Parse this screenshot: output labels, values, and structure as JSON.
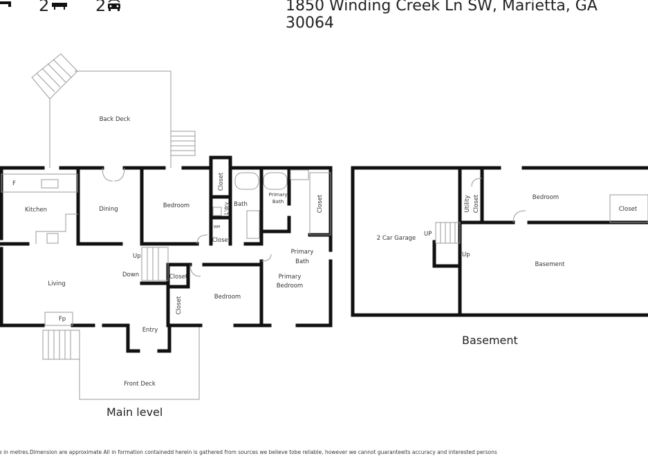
{
  "header": {
    "baths": "2",
    "garage": "2",
    "address": "1850 Winding Creek Ln SW, Marietta, GA 30064"
  },
  "main_level": {
    "title": "Main level",
    "rooms": {
      "back_deck": "Back Deck",
      "kitchen": "Kitchen",
      "fridge": "F",
      "dining": "Dining",
      "bedroom1": "Bedroom",
      "closet1": "Closet",
      "bath": "Bath",
      "primary_bath_small": [
        "Primary",
        "Bath"
      ],
      "closet2": "Closet",
      "laundry": "L'dry",
      "wm": "WM",
      "closet3": "Closet",
      "up": "Up",
      "down": "Down",
      "closet4": "Closet",
      "living": "Living",
      "closet5": "Closet",
      "bedroom2": "Bedroom",
      "primary_bath": [
        "Primary",
        "Bath"
      ],
      "primary_bedroom": [
        "Primary",
        "Bedroom"
      ],
      "fireplace": "Fp",
      "entry": "Entry",
      "front_deck": "Front Deck"
    }
  },
  "basement": {
    "title": "Basement",
    "rooms": {
      "garage": "2 Car Garage",
      "up1": "UP",
      "utility_closet": [
        "Utility",
        "Closet"
      ],
      "bedroom": "Bedroom",
      "closet": "Closet",
      "up2": "Up",
      "basement": "Basement"
    }
  },
  "footer": {
    "disclaimer": "le in metres.Dimension are approximate All in formation containedd herein is gathered from sources we believe tobe reliable, however we cannot guaranteeits accuracy and interested persons"
  }
}
